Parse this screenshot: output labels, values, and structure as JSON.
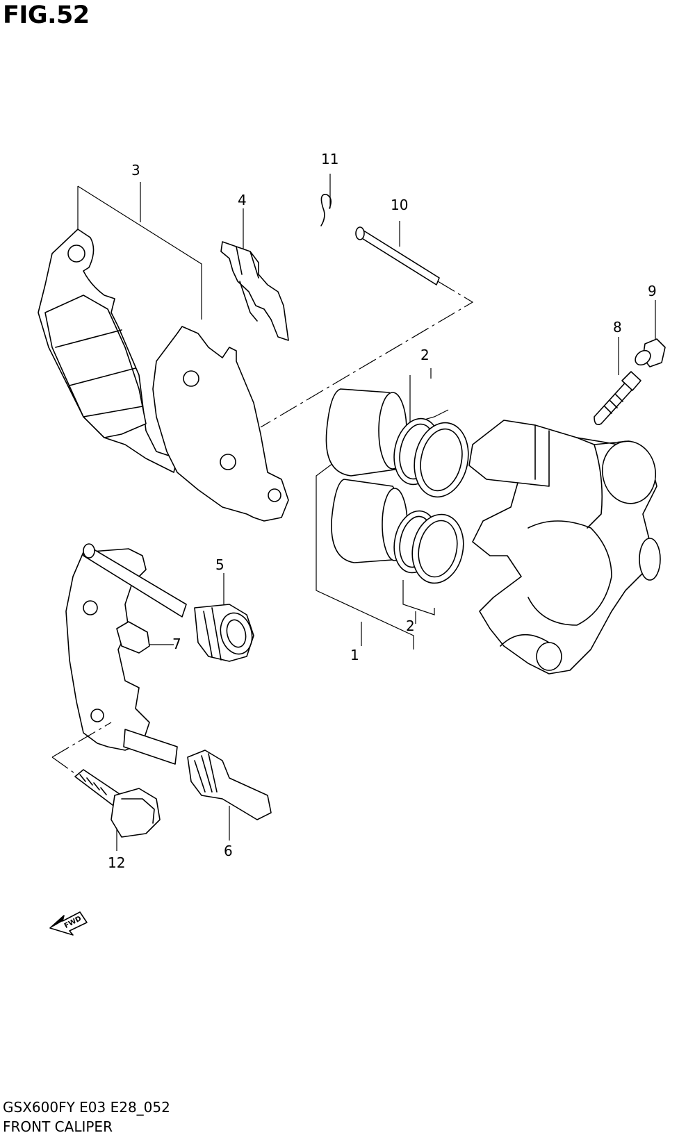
{
  "figure": {
    "title": "FIG.52"
  },
  "callouts": {
    "c1": "1",
    "c2a": "2",
    "c2b": "2",
    "c3": "3",
    "c4": "4",
    "c5": "5",
    "c6": "6",
    "c7": "7",
    "c8": "8",
    "c9": "9",
    "c10": "10",
    "c11": "11",
    "c12": "12"
  },
  "direction": {
    "label": "FWD",
    "icon": "fwd-arrow-icon"
  },
  "footer": {
    "model": "GSX600FY E03 E28_052",
    "caption": "FRONT CALIPER"
  }
}
